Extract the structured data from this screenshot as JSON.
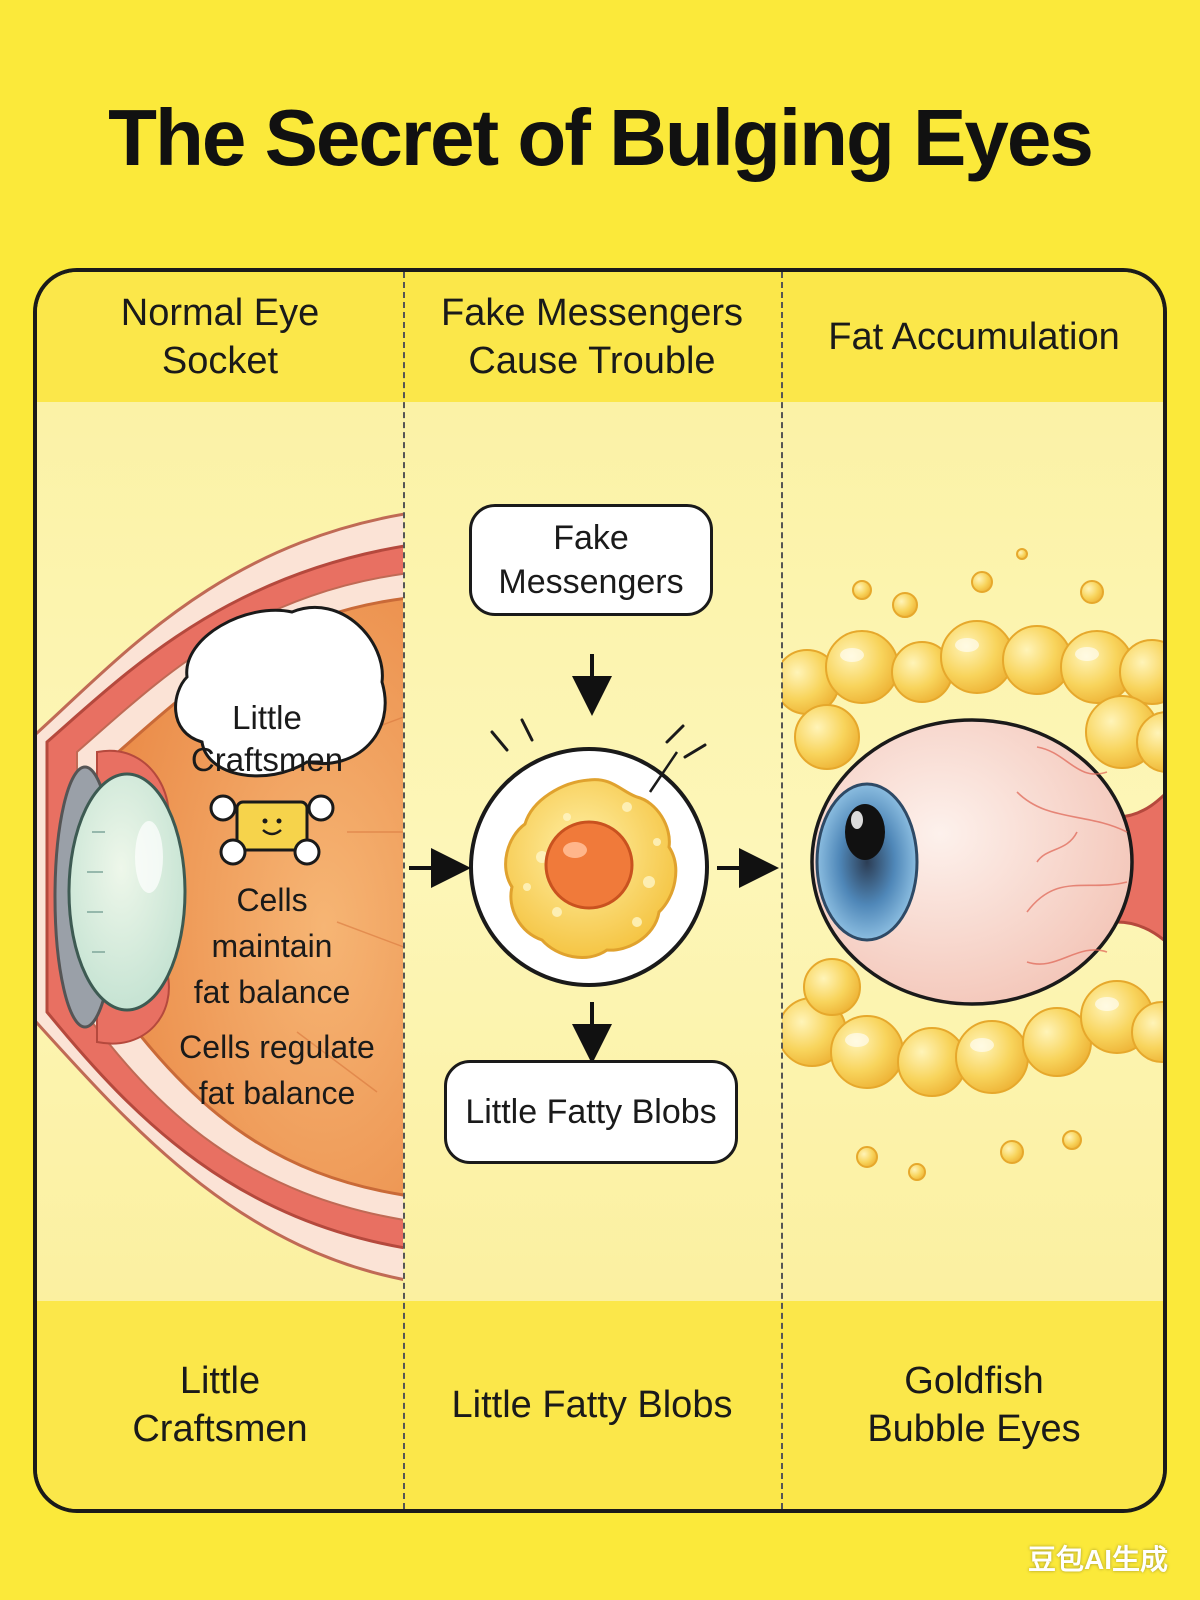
{
  "title": "The Secret of Bulging Eyes",
  "columns": [
    {
      "header_line1": "Normal Eye",
      "header_line2": "Socket",
      "footer_line1": "Little",
      "footer_line2": "Craftsmen"
    },
    {
      "header_line1": "Fake Messengers",
      "header_line2": "Cause Trouble",
      "footer_line1": "Little Fatty Blobs",
      "footer_line2": ""
    },
    {
      "header_line1": "Fat Accumulation",
      "header_line2": "",
      "footer_line1": "Goldfish",
      "footer_line2": "Bubble Eyes"
    }
  ],
  "socket": {
    "bubble_line1": "Little",
    "bubble_line2": "Craftsmen",
    "text1_line1": "Cells",
    "text1_line2": "maintain",
    "text1_line3": "fat balance",
    "text2_line1": "Cells regulate",
    "text2_line2": "fat balance"
  },
  "flow": {
    "top_box_line1": "Fake",
    "top_box_line2": "Messengers",
    "bottom_box": "Little Fatty Blobs"
  },
  "watermark": "豆包AI生成",
  "colors": {
    "background": "#fbe93a",
    "muscle": "#e87062",
    "orbit_fill": "#f2a05c",
    "fat": "#f6c94a",
    "iris": "#5d97c6"
  }
}
